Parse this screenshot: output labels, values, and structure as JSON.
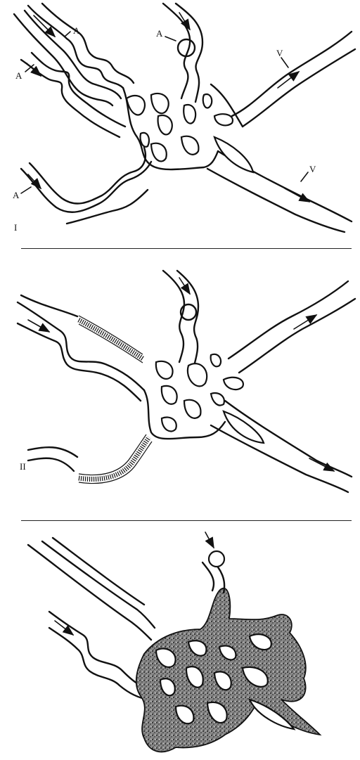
{
  "panels": [
    {
      "numeral": "I",
      "labels": {
        "a1": "A",
        "a2": "A",
        "a3": "A",
        "a4": "A",
        "v1": "V",
        "v2": "V"
      }
    },
    {
      "numeral": "II"
    },
    {
      "numeral": ""
    }
  ],
  "colors": {
    "ink": "#111111",
    "paper": "#ffffff",
    "stipple": "#555555"
  },
  "icons": {
    "flow": "arrow-icon"
  }
}
